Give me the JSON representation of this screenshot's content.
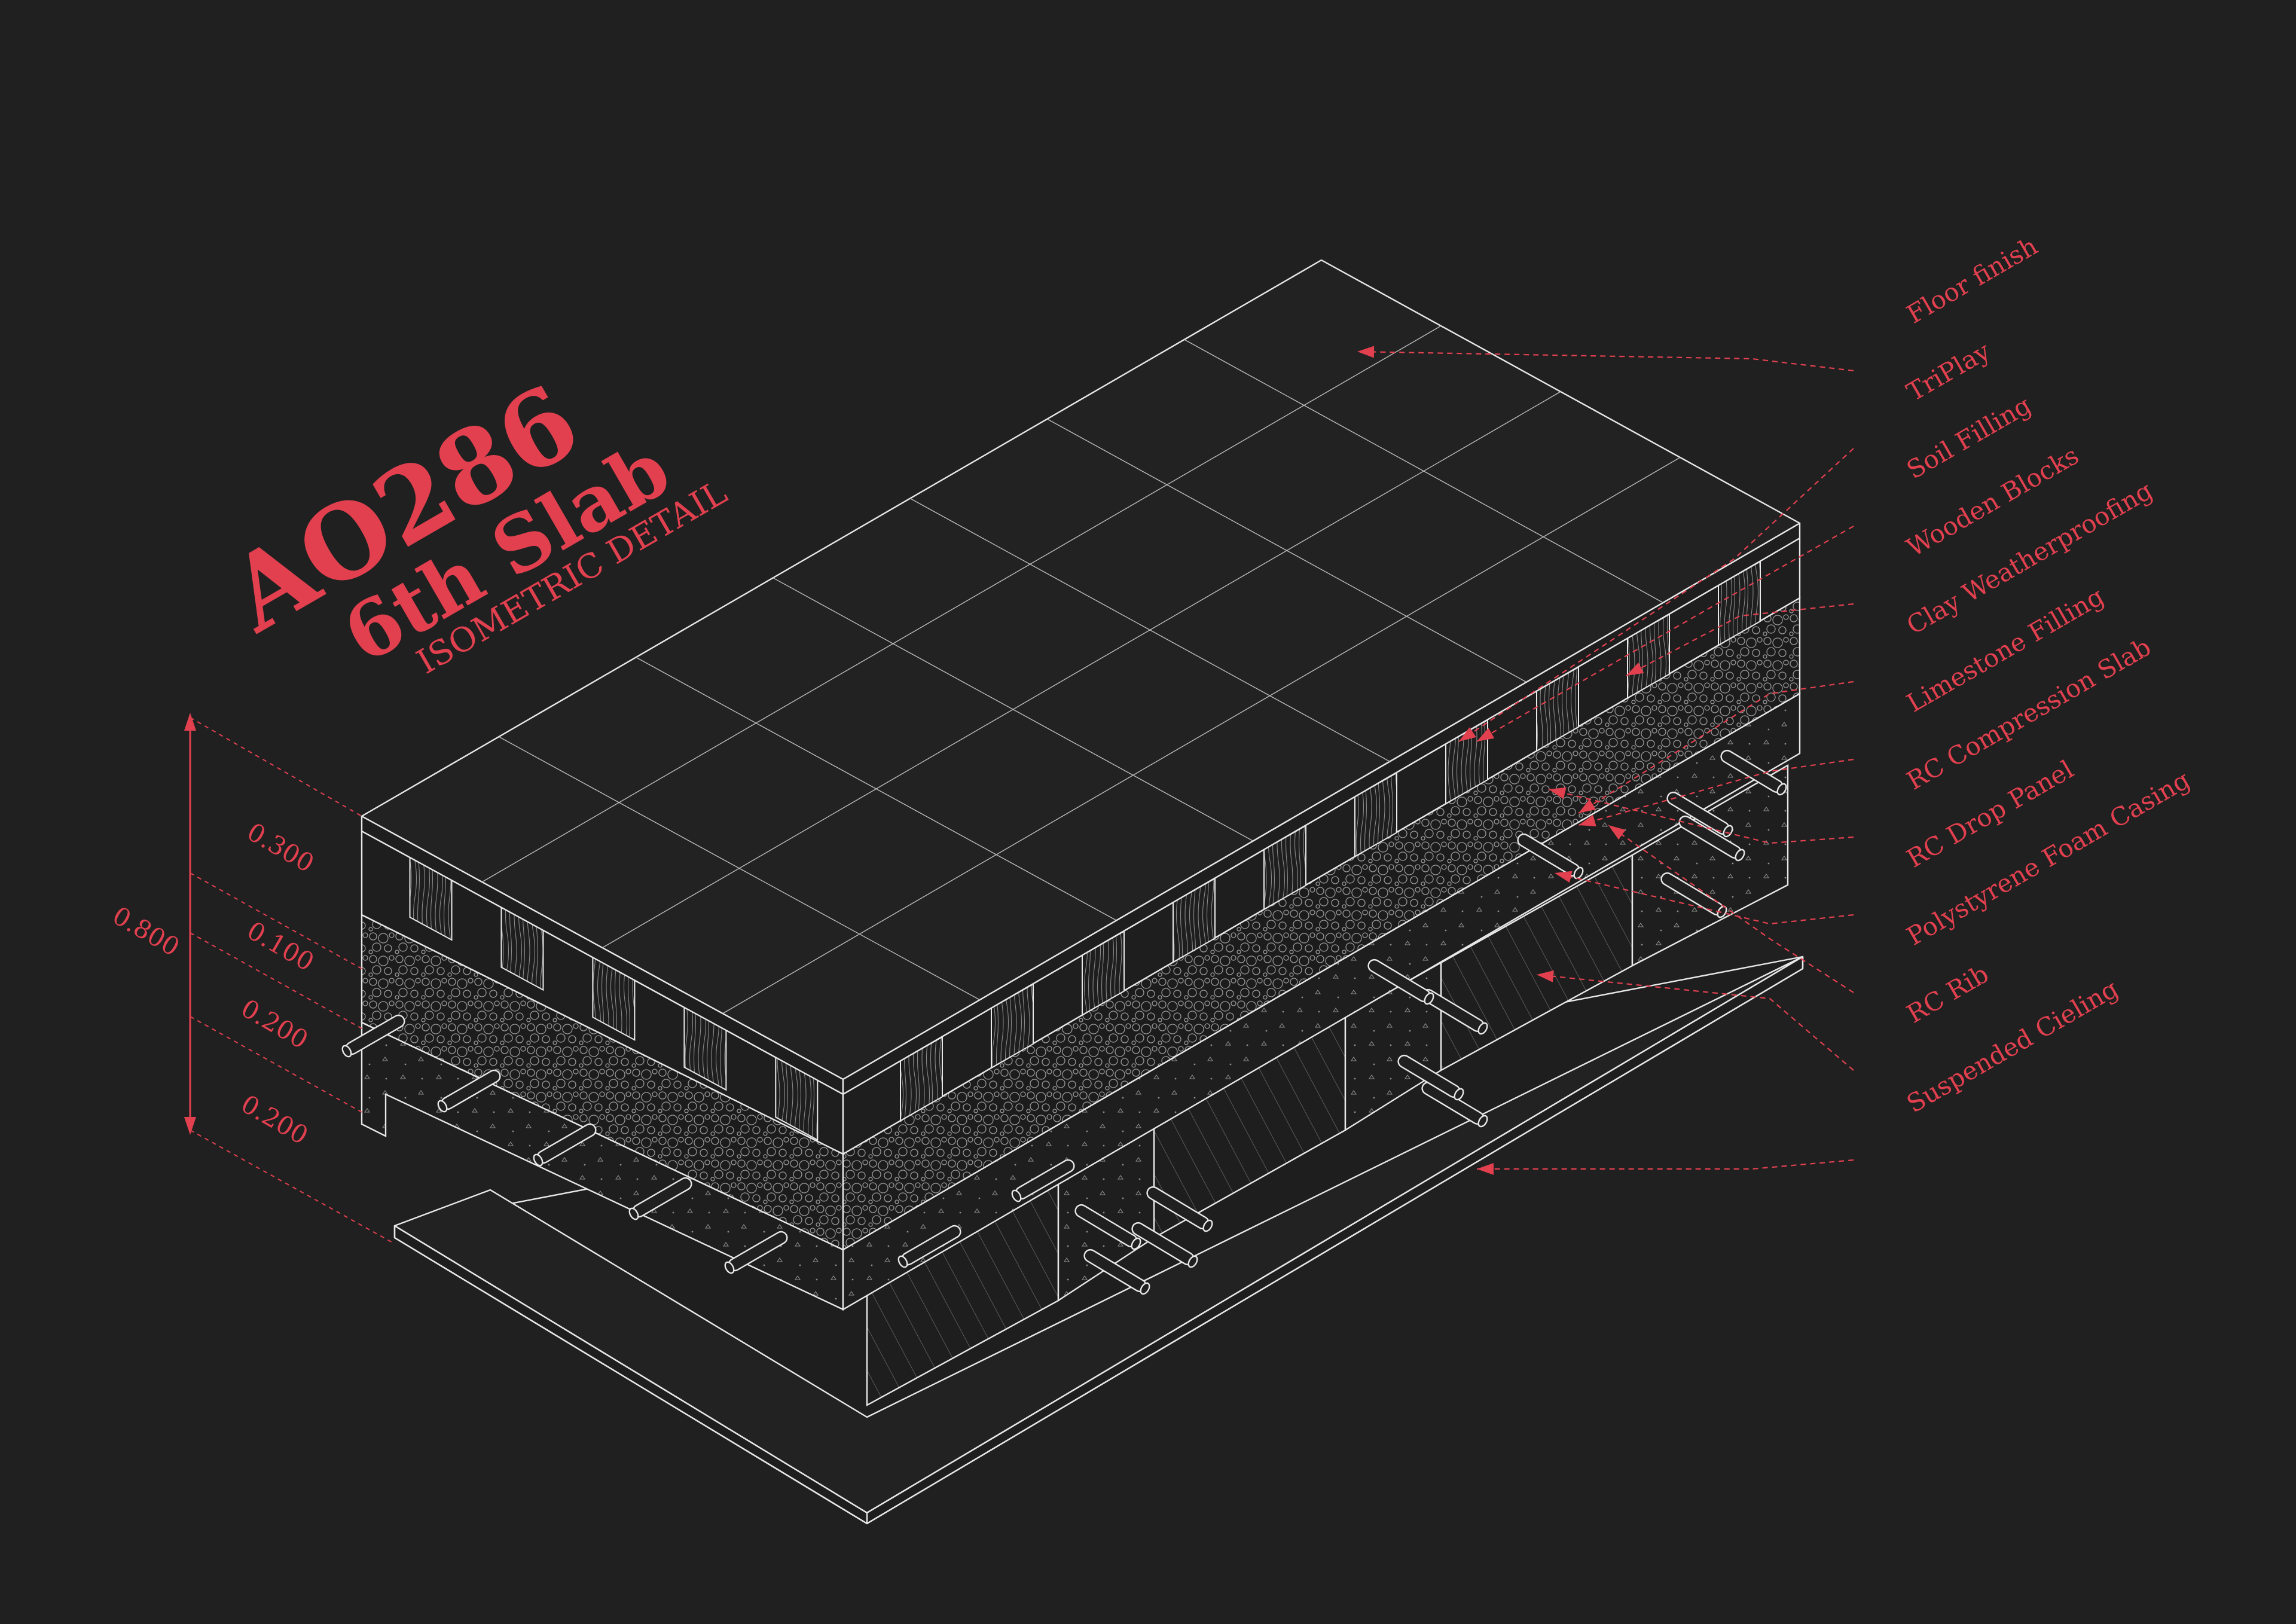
{
  "title": {
    "code": "AO286",
    "name": "6th Slab",
    "subtitle": "ISOMETRIC DETAIL"
  },
  "dimensions": {
    "total": "0.800",
    "layers": [
      "0.300",
      "0.100",
      "0.200",
      "0.200"
    ]
  },
  "labels": [
    "Floor finish",
    "TriPlay",
    "Soil Filling",
    "Wooden Blocks",
    "Clay Weatherproofing",
    "Limestone Filling",
    "RC Compression Slab",
    "RC Drop Panel",
    "Polystyrene Foam Casing",
    "RC Rib",
    "Suspended Cieling"
  ],
  "colors": {
    "background": "#202020",
    "accent": "#e2404f",
    "line": "#e8e8e8"
  }
}
